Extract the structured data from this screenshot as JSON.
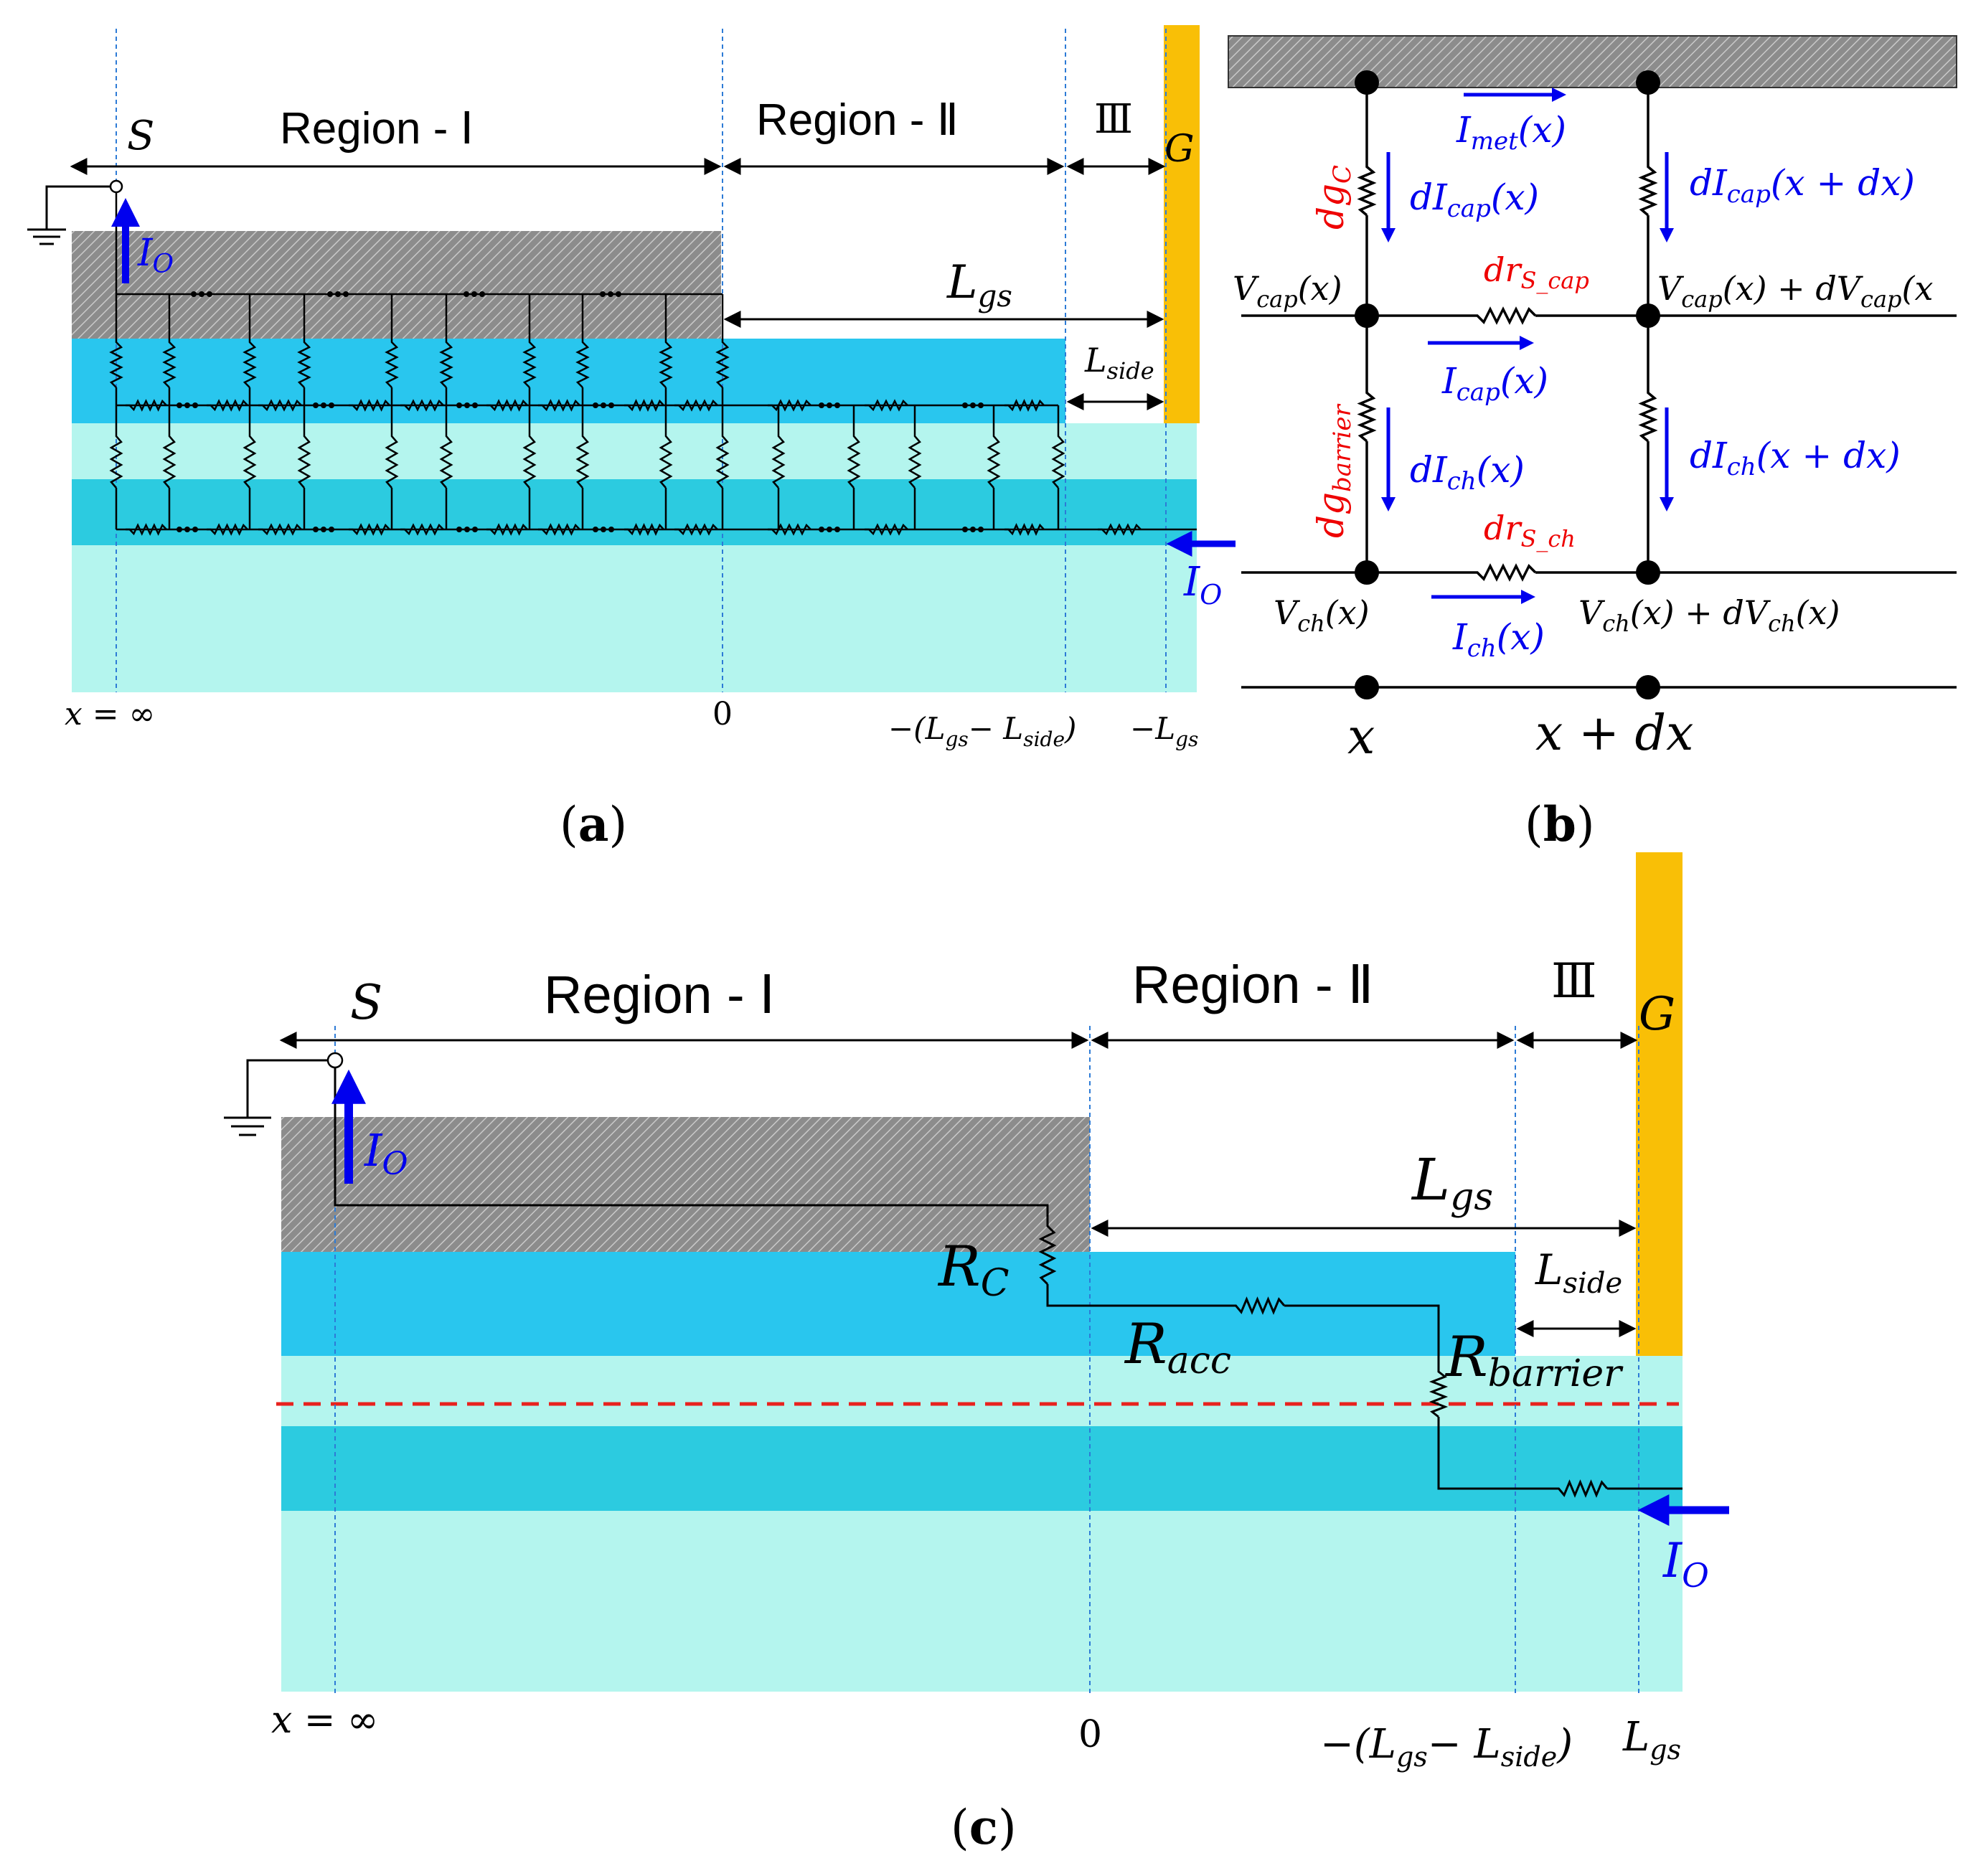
{
  "colors": {
    "metal_hatch": "#8c8c8c",
    "cap_layer": "#29c6ee",
    "barrier_layer": "#b4f5ee",
    "channel_layer": "#2ccbe0",
    "gate": "#f9bf06",
    "current_blue": "#0000ee",
    "element_red": "#ee0000",
    "guide_blue": "#2d7bd6",
    "dashed_red": "#e8221e"
  },
  "panel_a": {
    "label": "a",
    "source": "S",
    "gate": "G",
    "region1": "Region - Ⅰ",
    "region2": "Region - Ⅱ",
    "region3": "Ⅲ",
    "current": "I",
    "current_sub": "O",
    "lgs": "L",
    "lgs_sub": "gs",
    "lside": "L",
    "lside_sub": "side",
    "x_inf": "x = ∞",
    "x_zero": "0",
    "x_mid_open": "−(L",
    "x_mid_sub1": "gs",
    "x_mid_dash": "− L",
    "x_mid_sub2": "side",
    "x_mid_close": ")",
    "x_end": "−L",
    "x_end_sub": "gs"
  },
  "panel_b": {
    "label": "b",
    "i_met": "I",
    "i_met_sub": "met",
    "i_met_arg": "(x)",
    "dg_c": "dg",
    "dg_c_sub": "C",
    "dg_barrier": "dg",
    "dg_barrier_sub": "barrier",
    "di_cap_x": "dI",
    "di_cap_x_sub": "cap",
    "di_cap_x_arg": "(x)",
    "di_cap_xdx": "dI",
    "di_cap_xdx_sub": "cap",
    "di_cap_xdx_arg": "(x + dx)",
    "v_cap": "V",
    "v_cap_sub": "cap",
    "v_cap_arg": "(x)",
    "v_cap_dx": "V",
    "v_cap_dx_sub": "cap",
    "v_cap_dx_mid": "(x) + dV",
    "v_cap_dx_sub2": "cap",
    "v_cap_dx_end": "(x",
    "dr_cap": "dr",
    "dr_cap_sub": "S_cap",
    "i_cap": "I",
    "i_cap_sub": "cap",
    "i_cap_arg": "(x)",
    "di_ch_x": "dI",
    "di_ch_x_sub": "ch",
    "di_ch_x_arg": "(x)",
    "di_ch_xdx": "dI",
    "di_ch_xdx_sub": "ch",
    "di_ch_xdx_arg": "(x + dx)",
    "dr_ch": "dr",
    "dr_ch_sub": "S_ch",
    "v_ch": "V",
    "v_ch_sub": "ch",
    "v_ch_arg": "(x)",
    "i_ch": "I",
    "i_ch_sub": "ch",
    "i_ch_arg": "(x)",
    "v_ch_dx": "V",
    "v_ch_dx_sub": "ch",
    "v_ch_dx_mid": "(x) + dV",
    "v_ch_dx_sub2": "ch",
    "v_ch_dx_end": "(x)",
    "x": "x",
    "x_dx": "x + dx"
  },
  "panel_c": {
    "label": "c",
    "source": "S",
    "gate": "G",
    "region1": "Region - Ⅰ",
    "region2": "Region - Ⅱ",
    "region3": "Ⅲ",
    "current": "I",
    "current_sub": "O",
    "lgs": "L",
    "lgs_sub": "gs",
    "lside": "L",
    "lside_sub": "side",
    "rc": "R",
    "rc_sub": "C",
    "racc": "R",
    "racc_sub": "acc",
    "rbarrier": "R",
    "rbarrier_sub": "barrier",
    "x_inf": "x = ∞",
    "x_zero": "0",
    "x_mid_open": "−(L",
    "x_mid_sub1": "gs",
    "x_mid_dash": "− L",
    "x_mid_sub2": "side",
    "x_mid_close": ")",
    "x_end": "L",
    "x_end_sub": "gs"
  }
}
